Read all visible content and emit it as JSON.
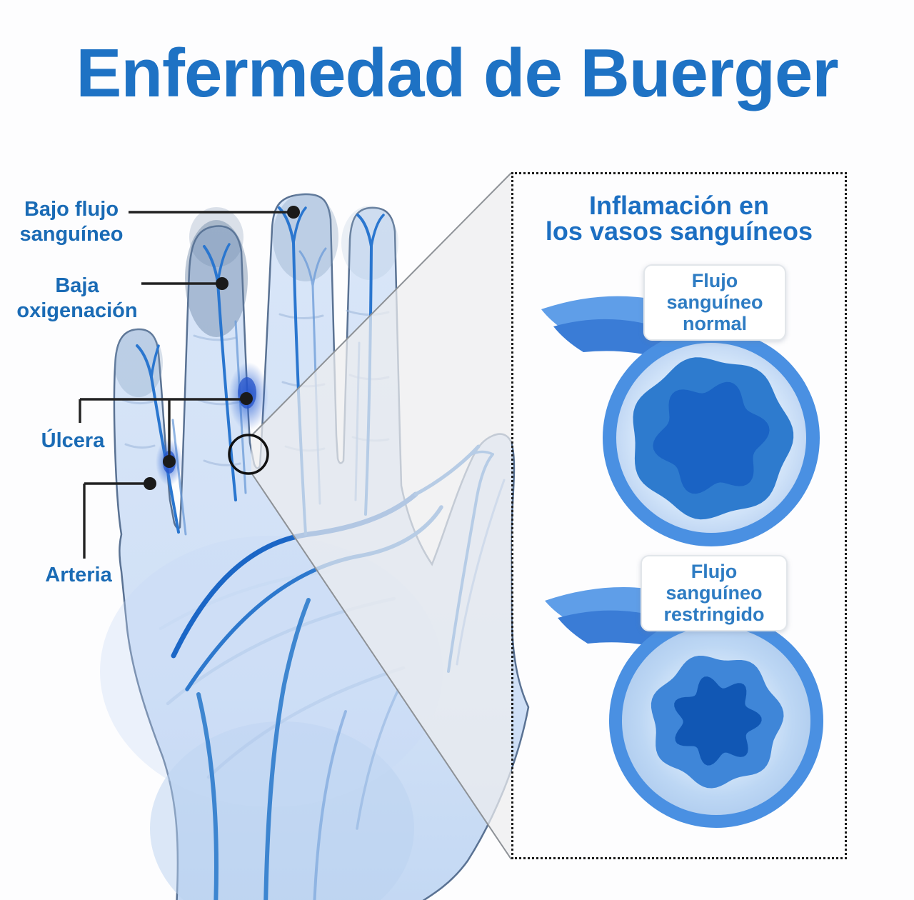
{
  "title": "Enfermedad de Buerger",
  "hand_diagram": {
    "labels": {
      "bajo_flujo": {
        "line1": "Bajo flujo",
        "line2": "sanguíneo"
      },
      "baja_oxigenacion": {
        "line1": "Baja",
        "line2": "oxigenación"
      },
      "ulcera": {
        "text": "Úlcera"
      },
      "arteria": {
        "text": "Arteria"
      }
    }
  },
  "panel": {
    "title_line1": "Inflamación en",
    "title_line2": "los vasos sanguíneos",
    "vessel_normal": {
      "line1": "Flujo",
      "line2": "sanguíneo",
      "line3": "normal"
    },
    "vessel_restricted": {
      "line1": "Flujo",
      "line2": "sanguíneo",
      "line3": "restringido"
    }
  },
  "colors": {
    "title": "#1e72c4",
    "label_text": "#1a6bb5",
    "hand_fill": "#d3e2f6",
    "hand_outline": "#5a7293",
    "vein": "#2f7bd0",
    "artery": "#1b66c6",
    "ulcer": "#2a59d4",
    "annotation": "#1a1a1a",
    "zoom_wedge": "#ededef",
    "vessel_tube": "#4a90e2",
    "vessel_wall": "#cfe2f8",
    "vessel_lumen": "#2e7bce",
    "vessel_lumen_restricted": "#3f86d8",
    "vessel_core": "#1a63c4",
    "panel_border": "#1b1b1b",
    "card_text": "#2e7cc3"
  }
}
